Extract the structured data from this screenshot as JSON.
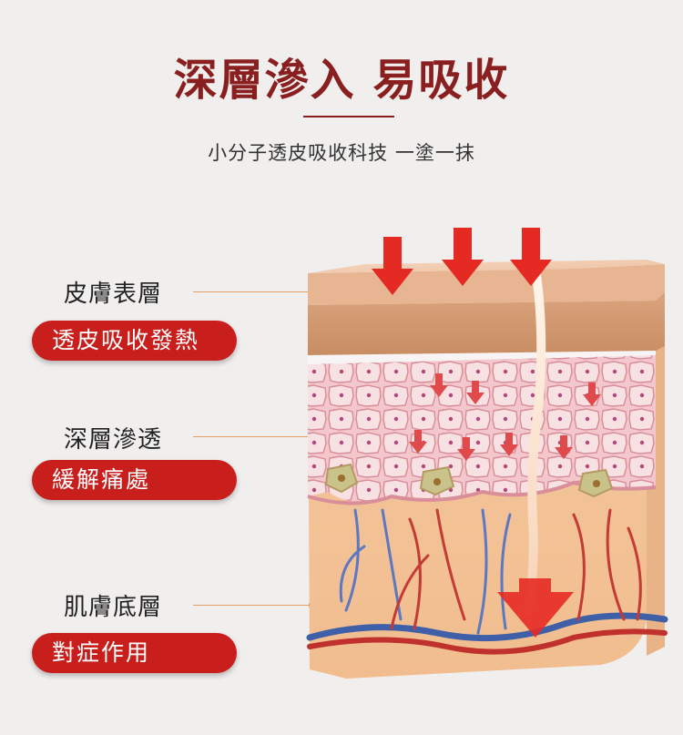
{
  "header": {
    "title": "深層滲入 易吸收",
    "subtitle": "小分子透皮吸收科技 一塗一抹"
  },
  "layers": [
    {
      "label": "皮膚表層",
      "benefit": "透皮吸收發熱"
    },
    {
      "label": "深層滲透",
      "benefit": "緩解痛處"
    },
    {
      "label": "肌膚底層",
      "benefit": "對症作用"
    }
  ],
  "colors": {
    "title": "#8a1f1f",
    "pill": "#c81f1c",
    "leader": "#e3a063",
    "dot": "#e07a1c",
    "arrow": "#e52a23"
  }
}
